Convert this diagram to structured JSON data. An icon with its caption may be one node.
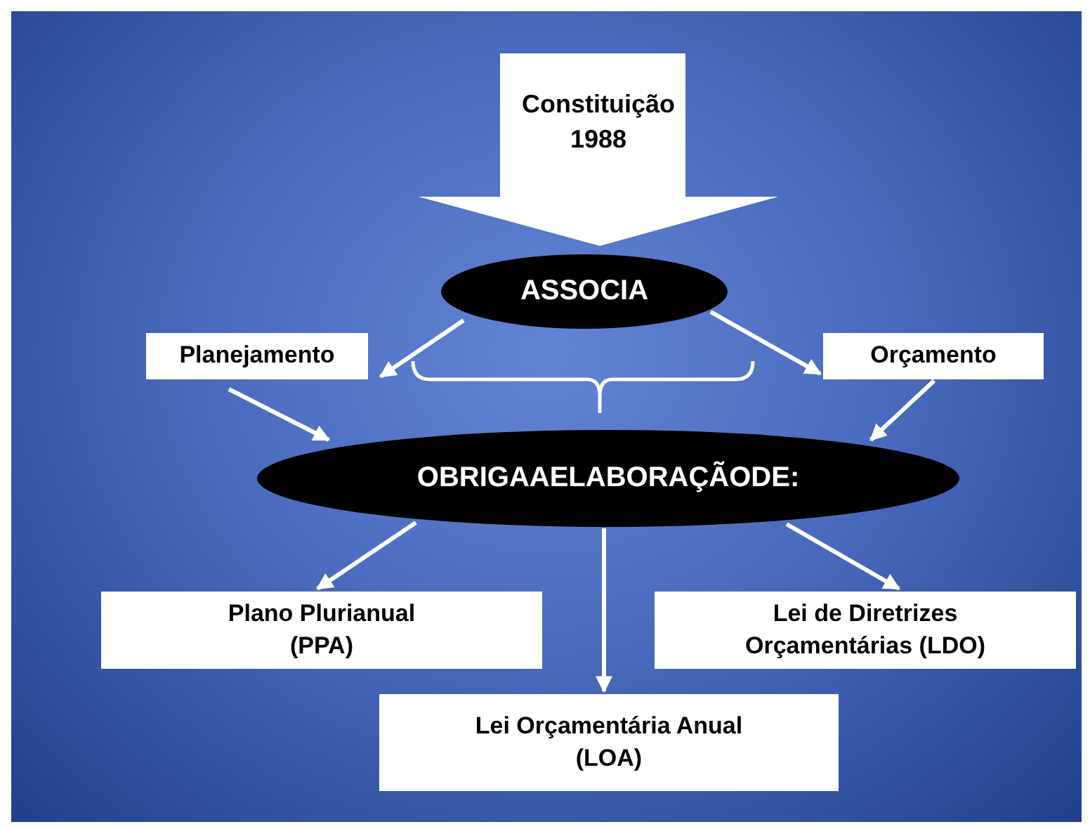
{
  "diagram": {
    "nodes": [
      {
        "text": [
          "Constituição 1988"
        ]
      },
      {
        "text": [
          "ASSOCIA"
        ]
      },
      {
        "text": [
          "Planejamento"
        ]
      },
      {
        "text": [
          "Orçamento"
        ]
      },
      {
        "text": [
          "OBRIGAAELABORAÇÃODE:"
        ]
      },
      {
        "text": [
          "Plano Plurianual (PPA)"
        ]
      },
      {
        "text": [
          "Lei de Diretrizes Orçamentárias (LDO)"
        ]
      },
      {
        "text": [
          "Lei Orçamentária Anual (LOA)"
        ]
      }
    ],
    "edges": [
      {
        "from": 1,
        "to": 2,
        "arrow": "to"
      },
      {
        "from": 1,
        "to": 3,
        "arrow": "to"
      },
      {
        "from": 2,
        "to": 4,
        "arrow": "to"
      },
      {
        "from": 3,
        "to": 4,
        "arrow": "to"
      },
      {
        "from": 4,
        "to": 5,
        "arrow": "to"
      },
      {
        "from": 4,
        "to": 6,
        "arrow": "to"
      },
      {
        "from": 4,
        "to": 7,
        "arrow": "to"
      }
    ]
  }
}
